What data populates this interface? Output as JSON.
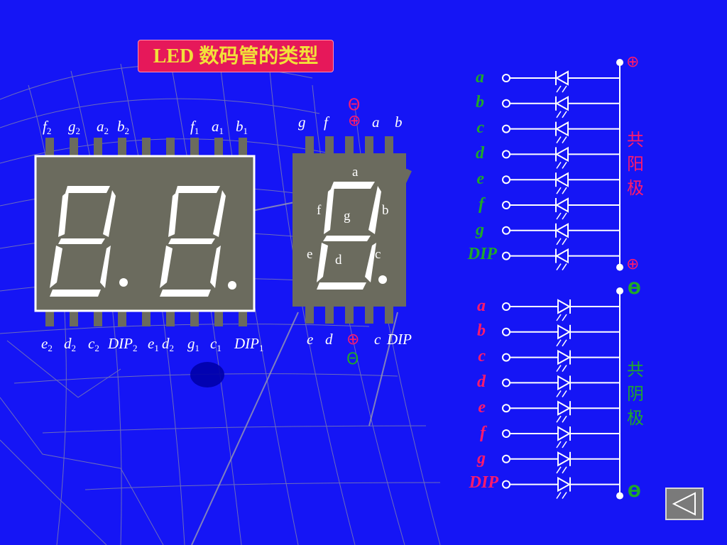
{
  "title": "LED  数码管的类型",
  "dual_display": {
    "top_pins": [
      {
        "l": "f",
        "s": "2"
      },
      {
        "l": "g",
        "s": "2"
      },
      {
        "l": "a",
        "s": "2"
      },
      {
        "l": "b",
        "s": "2"
      },
      {
        "l": "f",
        "s": "1"
      },
      {
        "l": "a",
        "s": "1"
      },
      {
        "l": "b",
        "s": "1"
      }
    ],
    "bottom_pins": [
      {
        "l": "e",
        "s": "2"
      },
      {
        "l": "d",
        "s": "2"
      },
      {
        "l": "c",
        "s": "2"
      },
      {
        "l": "DIP",
        "s": "2"
      },
      {
        "l": "e",
        "s": "1"
      },
      {
        "l": "d",
        "s": "2"
      },
      {
        "l": "g",
        "s": "1"
      },
      {
        "l": "c",
        "s": "1"
      },
      {
        "l": "DIP",
        "s": "1"
      }
    ]
  },
  "single_display": {
    "top_minus": "Θ",
    "top_pins": [
      "g",
      "f",
      "⊕",
      "a",
      "b"
    ],
    "bottom_pins": [
      "e",
      "d",
      "⊕",
      "c",
      "DIP"
    ],
    "bottom_minus": "Θ",
    "segments": [
      "a",
      "b",
      "c",
      "d",
      "e",
      "f",
      "g"
    ]
  },
  "common_anode": {
    "plus_top": "⊕",
    "plus_bottom": "⊕",
    "pins": [
      "a",
      "b",
      "c",
      "d",
      "e",
      "f",
      "g",
      "DIP"
    ],
    "label": [
      "共",
      "阳",
      "极"
    ]
  },
  "common_cathode": {
    "minus_top": "ϴ",
    "minus_bottom": "ϴ",
    "pins": [
      "a",
      "b",
      "c",
      "d",
      "e",
      "f",
      "g",
      "DIP"
    ],
    "label": [
      "共",
      "阴",
      "极"
    ]
  },
  "colors": {
    "background": "#1515f5",
    "title_bg": "#e6185a",
    "title_text": "#f2e03a",
    "display_body": "#6b6b5e",
    "green": "#1fa82a",
    "pink": "#ff1a6b"
  },
  "nav": {
    "icon": "back-triangle-icon"
  }
}
